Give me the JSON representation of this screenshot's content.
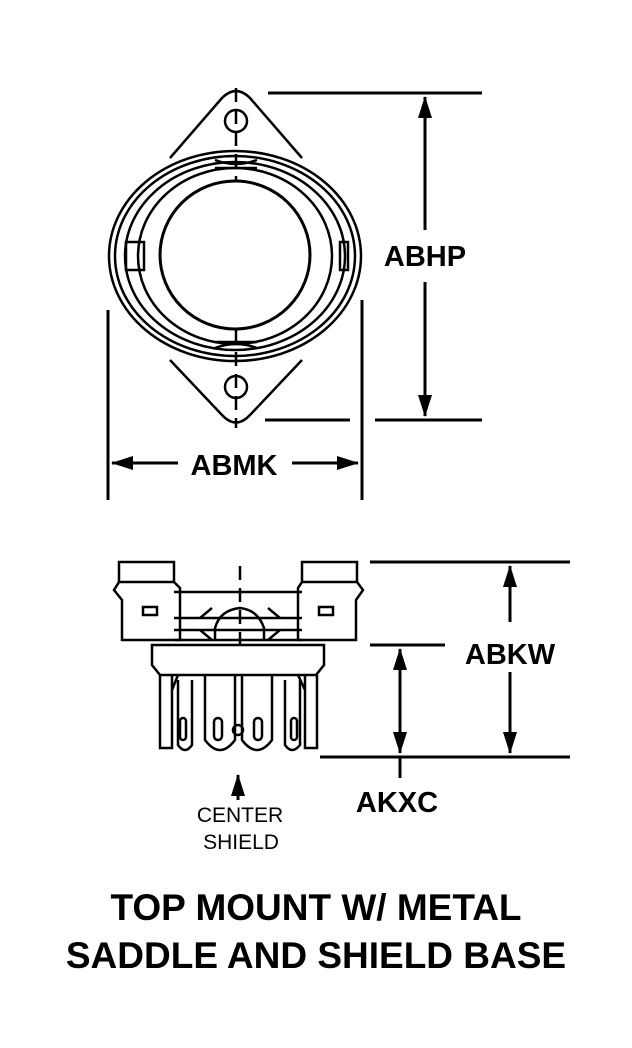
{
  "dimensions": {
    "height_top": "ABHP",
    "width_top": "ABMK",
    "height_side": "ABKW",
    "pin_length": "AKXC"
  },
  "callout": {
    "line1": "CENTER",
    "line2": "SHIELD"
  },
  "title": {
    "line1": "TOP MOUNT W/ METAL",
    "line2": "SADDLE AND SHIELD BASE"
  }
}
